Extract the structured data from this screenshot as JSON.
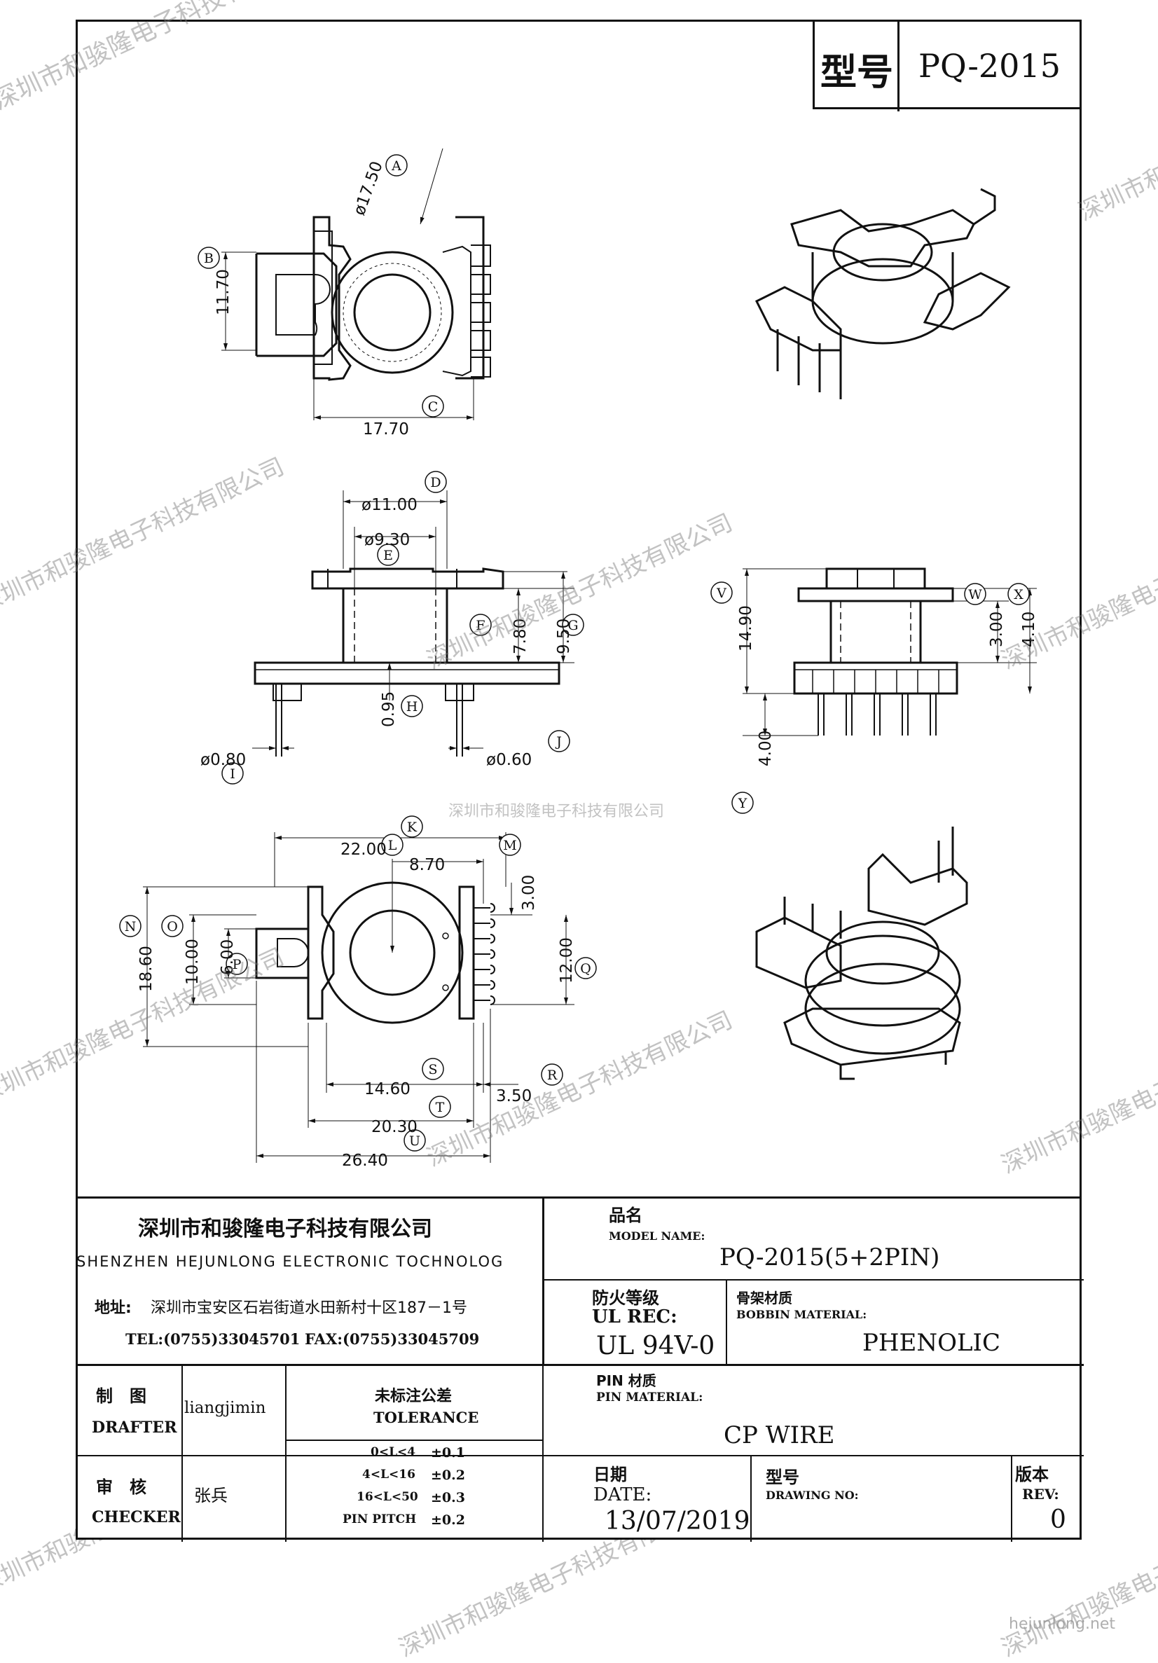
{
  "model_box": {
    "label": "型号",
    "value": "PQ-2015"
  },
  "dimensions": {
    "A": {
      "letter": "A",
      "value": "ø17.50"
    },
    "B": {
      "letter": "B",
      "value": "11.70"
    },
    "C": {
      "letter": "C",
      "value": "17.70"
    },
    "D": {
      "letter": "D",
      "value": "ø11.00"
    },
    "E": {
      "letter": "E",
      "value": "ø9.30"
    },
    "F": {
      "letter": "F",
      "value": "7.80"
    },
    "G": {
      "letter": "G",
      "value": "9.50"
    },
    "H": {
      "letter": "H",
      "value": "0.95"
    },
    "I": {
      "letter": "I",
      "value": "ø0.80"
    },
    "J": {
      "letter": "J",
      "value": "ø0.60"
    },
    "K": {
      "letter": "K",
      "value": "22.00"
    },
    "L": {
      "letter": "L",
      "value": "8.70"
    },
    "M": {
      "letter": "M",
      "value": "3.00"
    },
    "N": {
      "letter": "N",
      "value": "18.60"
    },
    "O": {
      "letter": "O",
      "value": "10.00"
    },
    "P": {
      "letter": "P",
      "value": "6.00"
    },
    "Q": {
      "letter": "Q",
      "value": "12.00"
    },
    "R": {
      "letter": "R",
      "value": "3.50"
    },
    "S": {
      "letter": "S",
      "value": "14.60"
    },
    "T": {
      "letter": "T",
      "value": "20.30"
    },
    "U": {
      "letter": "U",
      "value": "26.40"
    },
    "V": {
      "letter": "V",
      "value": "14.90"
    },
    "W": {
      "letter": "W",
      "value": "3.00"
    },
    "X": {
      "letter": "X",
      "value": "4.10"
    },
    "Y": {
      "letter": "Y",
      "value": "4.00"
    }
  },
  "watermark": {
    "text": "深圳市和骏隆电子科技有限公司",
    "url": "hejunlong.net"
  },
  "title_block": {
    "company_cn": "深圳市和骏隆电子科技有限公司",
    "company_en": "SHENZHEN HEJUNLONG ELECTRONIC TOCHNOLOG",
    "address_label": "地址:",
    "address": "深圳市宝安区石岩街道水田新村十区187－1号",
    "tel": "TEL:(0755)33045701",
    "fax": "FAX:(0755)33045709",
    "product_label_cn": "品名",
    "product_label_en": "MODEL NAME:",
    "product_value": "PQ-2015(5+2PIN)",
    "fire_label_cn": "防火等级",
    "fire_label_en": "UL REC:",
    "fire_value": "UL 94V-0",
    "bobbin_label_cn": "骨架材质",
    "bobbin_label_en": "BOBBIN MATERIAL:",
    "bobbin_value": "PHENOLIC",
    "drafter_label_cn": "制　图",
    "drafter_label_en": "DRAFTER",
    "drafter_value": "liangjimin",
    "checker_label_cn": "审　核",
    "checker_label_en": "CHECKER",
    "checker_value": "张兵",
    "tolerance_label_cn": "未标注公差",
    "tolerance_label_en": "TOLERANCE",
    "tolerance_rows": [
      {
        "range": "0<L<4",
        "value": "±0.1"
      },
      {
        "range": "4<L<16",
        "value": "±0.2"
      },
      {
        "range": "16<L<50",
        "value": "±0.3"
      },
      {
        "range": "PIN PITCH",
        "value": "±0.2"
      }
    ],
    "pin_label_cn": "PIN 材质",
    "pin_label_en": "PIN MATERIAL:",
    "pin_value": "CP WIRE",
    "date_label_cn": "日期",
    "date_label_en": "DATE:",
    "date_value": "13/07/2019",
    "drawing_label_cn": "型号",
    "drawing_label_en": "DRAWING NO:",
    "rev_label_cn": "版本",
    "rev_label_en": "REV:",
    "rev_value": "0"
  }
}
